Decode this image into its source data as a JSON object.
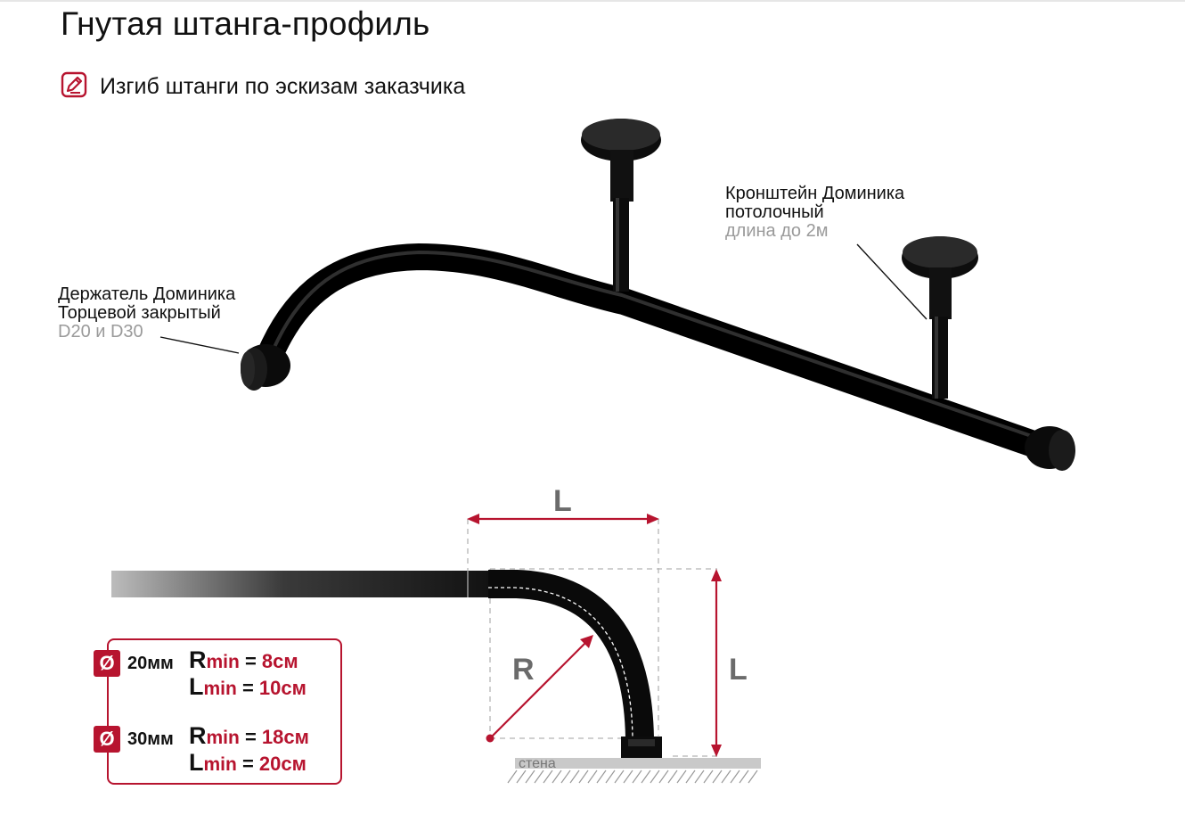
{
  "header": {
    "title": "Гнутая штанга-профиль",
    "subtitle": "Изгиб штанги по эскизам заказчика"
  },
  "labels": {
    "holder": {
      "line1": "Держатель Доминика",
      "line2": "Торцевой закрытый",
      "line3": "D20 и D30"
    },
    "bracket": {
      "line1": "Кронштейн Доминика",
      "line2": "потолочный",
      "line3": "длина до 2м"
    }
  },
  "diagram": {
    "dim_top": "L",
    "dim_right": "L",
    "radius": "R",
    "wall": "стена"
  },
  "specs": [
    {
      "symbol": "Ø",
      "size": "20мм",
      "r_letter": "R",
      "r_sub": "min",
      "r_eq": " = ",
      "r_val": "8см",
      "l_letter": "L",
      "l_sub": "min",
      "l_eq": " = ",
      "l_val": "10см"
    },
    {
      "symbol": "Ø",
      "size": "30мм",
      "r_letter": "R",
      "r_sub": "min",
      "r_eq": " = ",
      "r_val": "18см",
      "l_letter": "L",
      "l_sub": "min",
      "l_eq": " = ",
      "l_val": "20см"
    }
  ],
  "colors": {
    "accent": "#b7142f",
    "rod": "#111111",
    "dimension": "#6b6b6b"
  },
  "icons": {
    "subtitle_icon": "edit-sketch-icon"
  }
}
